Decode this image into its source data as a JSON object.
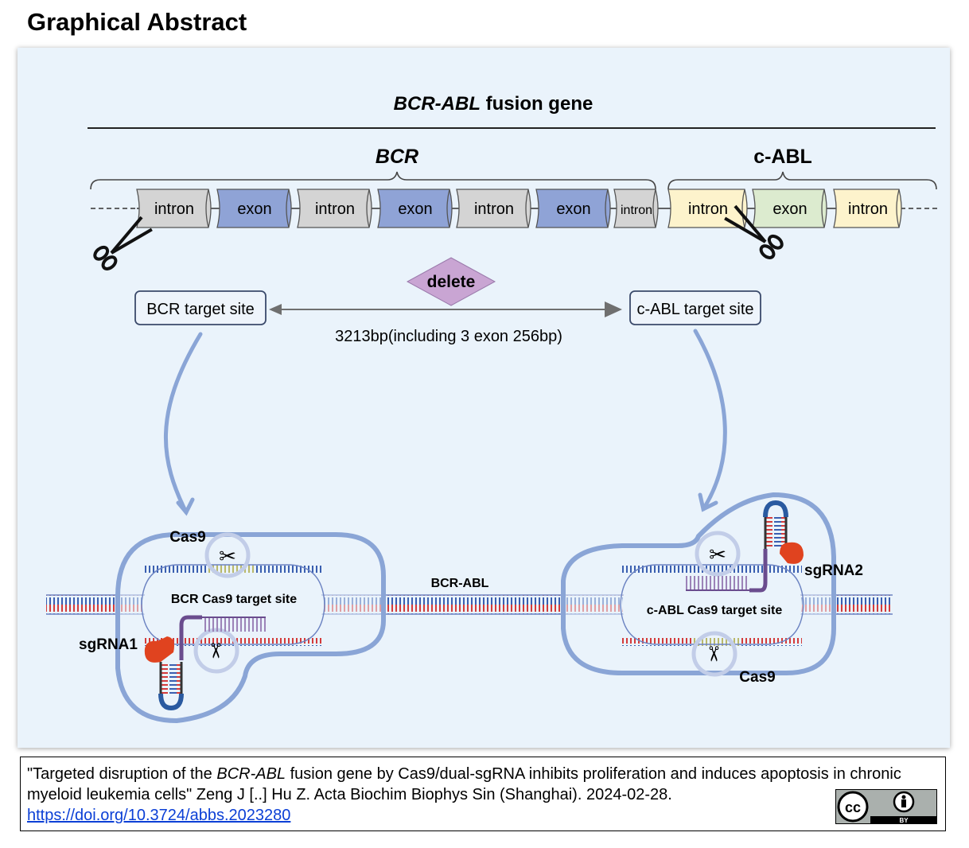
{
  "page_title": "Graphical Abstract",
  "diagram": {
    "fusion_title_italic": "BCR-ABL",
    "fusion_title_rest": " fusion gene",
    "bcr_label": "BCR",
    "cabl_label": "c-ABL",
    "segments": [
      {
        "label": "intron",
        "kind": "intron"
      },
      {
        "label": "exon",
        "kind": "exon"
      },
      {
        "label": "intron",
        "kind": "intron"
      },
      {
        "label": "exon",
        "kind": "exon"
      },
      {
        "label": "intron",
        "kind": "intron"
      },
      {
        "label": "exon",
        "kind": "exon"
      },
      {
        "label": "intron",
        "kind": "intron"
      },
      {
        "label": "intron",
        "kind": "intron-abl"
      },
      {
        "label": "exon",
        "kind": "exon-abl"
      },
      {
        "label": "intron",
        "kind": "intron-abl"
      }
    ],
    "delete_label": "delete",
    "bcr_target": "BCR target site",
    "cabl_target": "c-ABL target site",
    "distance_label": "3213bp(including  3 exon 256bp)",
    "cas9_left": "Cas9",
    "cas9_right": "Cas9",
    "bcr_cas9_site": "BCR Cas9 target site",
    "cabl_cas9_site": "c-ABL  Cas9 target site",
    "bcr_abl_label": "BCR-ABL",
    "sgrna1": "sgRNA1",
    "sgrna2": "sgRNA2",
    "colors": {
      "intron": "#d4d4d4",
      "exon": "#8fa3d6",
      "intron_abl": "#fdf3cc",
      "exon_abl": "#dcebcf",
      "delete": "#c9a5d3",
      "arrow_blue": "#8aa5d6",
      "sgrna_red": "#e0431f"
    }
  },
  "citation": {
    "quote_open": "\"Targeted disruption of the ",
    "title_italic": "BCR-ABL",
    "title_rest": " fusion gene by Cas9/dual-sgRNA inhibits proliferation and induces apoptosis in chronic myeloid leukemia cells\" Zeng J [..] Hu Z. Acta Biochim Biophys Sin (Shanghai). 2024-02-28.",
    "doi": "https://doi.org/10.3724/abbs.2023280",
    "license_cc": "cc",
    "license_by": "BY"
  }
}
